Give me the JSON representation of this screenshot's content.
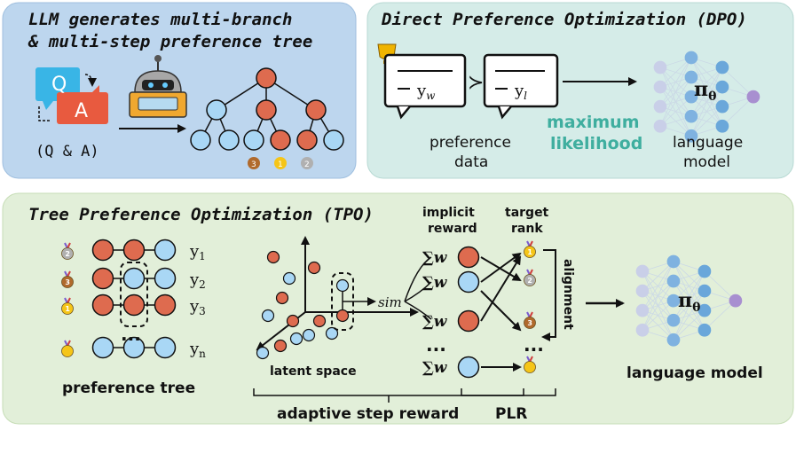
{
  "panels": {
    "llm": {
      "title_line1": "LLM generates multi-branch",
      "title_line2": "& multi-step preference tree",
      "q_letter": "Q",
      "a_letter": "A",
      "qa_caption": "(Q & A)",
      "medals": [
        "3",
        "1",
        "2"
      ]
    },
    "dpo": {
      "title": "Direct Preference Optimization (DPO)",
      "yw": "y",
      "yw_sub": "w",
      "yl": "y",
      "yl_sub": "l",
      "pref_line1": "preference",
      "pref_line2": "data",
      "ml_line1": "maximum",
      "ml_line2": "likelihood",
      "lm_line1": "language",
      "lm_line2": "model",
      "pi": "π",
      "theta": "θ"
    },
    "tpo": {
      "title": "Tree Preference Optimization (TPO)",
      "y_labels": [
        "y",
        "y",
        "y",
        "y"
      ],
      "y_subs": [
        "1",
        "2",
        "3",
        "n"
      ],
      "tree_medals": [
        "2",
        "3",
        "1",
        ""
      ],
      "ellipsis": "...",
      "pref_tree": "preference tree",
      "latent": "latent space",
      "sim": "sim",
      "implicit_line1": "implicit",
      "implicit_line2": "reward",
      "target_line1": "target",
      "target_line2": "rank",
      "sum_w": "∑w",
      "target_medals": [
        "1",
        "2",
        "3",
        ""
      ],
      "alignment": "alignment",
      "adaptive": "adaptive step reward",
      "plr": "PLR",
      "lm": "language model",
      "pi": "π",
      "theta": "θ"
    }
  },
  "colors": {
    "panel_blue": "#bdd6ee",
    "panel_teal": "#d5ece8",
    "panel_green": "#e2efd9",
    "node_blue": "#a9d7f5",
    "node_red": "#de6b4f",
    "gold": "#f5c518",
    "silver": "#b0b0b0",
    "bronze": "#b06a2c",
    "accent": "#3fae9f"
  }
}
